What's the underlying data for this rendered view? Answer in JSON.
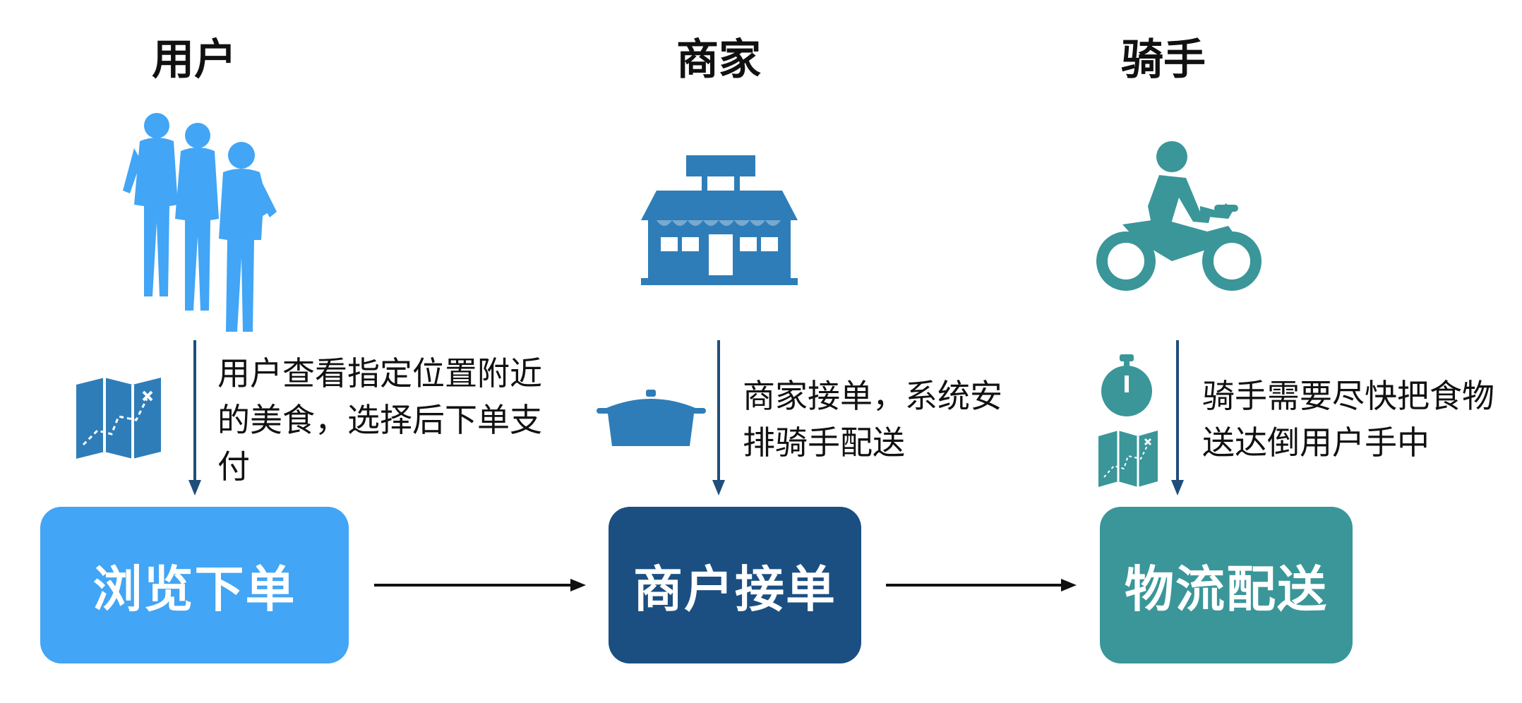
{
  "colors": {
    "user": "#42A5F5",
    "merchant": "#1B4F82",
    "merchant_icon": "#2F7DB8",
    "rider": "#3A9699",
    "arrow": "#1F4E79",
    "flow_arrow": "#111111"
  },
  "roles": [
    {
      "title": "用户",
      "icon": "people-icon",
      "side_icon": "map-icon",
      "description": "用户查看指定位置附近的美食，选择后下单支付",
      "step": "浏览下单"
    },
    {
      "title": "商家",
      "icon": "shop-icon",
      "side_icon": "pot-icon",
      "description": "商家接单，系统安排骑手配送",
      "step": "商户接单"
    },
    {
      "title": "骑手",
      "icon": "motorbike-rider-icon",
      "side_icon": "stopwatch-and-map-icon",
      "description": "骑手需要尽快把食物送达倒用户手中",
      "step": "物流配送"
    }
  ]
}
